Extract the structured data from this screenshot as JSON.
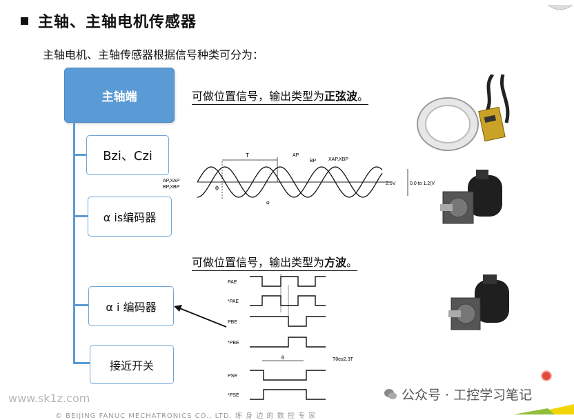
{
  "title": "主轴、主轴电机传感器",
  "subtitle": "主轴电机、主轴传感器根据信号种类可分为：",
  "tree": {
    "root": "主轴端",
    "items": [
      "Bzi、Czi",
      "α is编码器",
      "α i 编码器",
      "接近开关"
    ]
  },
  "sine_desc": {
    "prefix": "可做位置信号，输出类型为",
    "emph": "正弦波",
    "suffix": "。"
  },
  "square_desc": {
    "prefix": "可做位置信号，输出类型为",
    "emph": "方波",
    "suffix": "。"
  },
  "sine_diagram": {
    "period_label": "T",
    "phase_label": "θ",
    "left_label_1": "AP,XAP",
    "left_label_2": "BP,XBP",
    "ap_label": "AP",
    "bp_label": "BP",
    "xap_label": "XAP,XBP",
    "level_label": "2.5V",
    "range_label": "0.0 to 1.2(V",
    "bottom_label": "φ"
  },
  "square_diagram": {
    "signals": [
      "PAE",
      "*PAE",
      "PBE",
      "*PBE",
      "PSE",
      "*PSE"
    ],
    "theta_label": "θ",
    "timing_label": "Tθe≤2.3T"
  },
  "watermark_left": "www.sk1z.com",
  "watermark_right": "公众号 · 工控学习笔记",
  "footer": "© BEIJING FANUC MECHATRONICS CO., LTD.                  练 身 边 的 数 控 专 家",
  "colors": {
    "accent": "#5b9bd5",
    "title": "#111111"
  },
  "icons": [
    "square-bullet-icon",
    "wechat-icon",
    "arrow-icon"
  ]
}
